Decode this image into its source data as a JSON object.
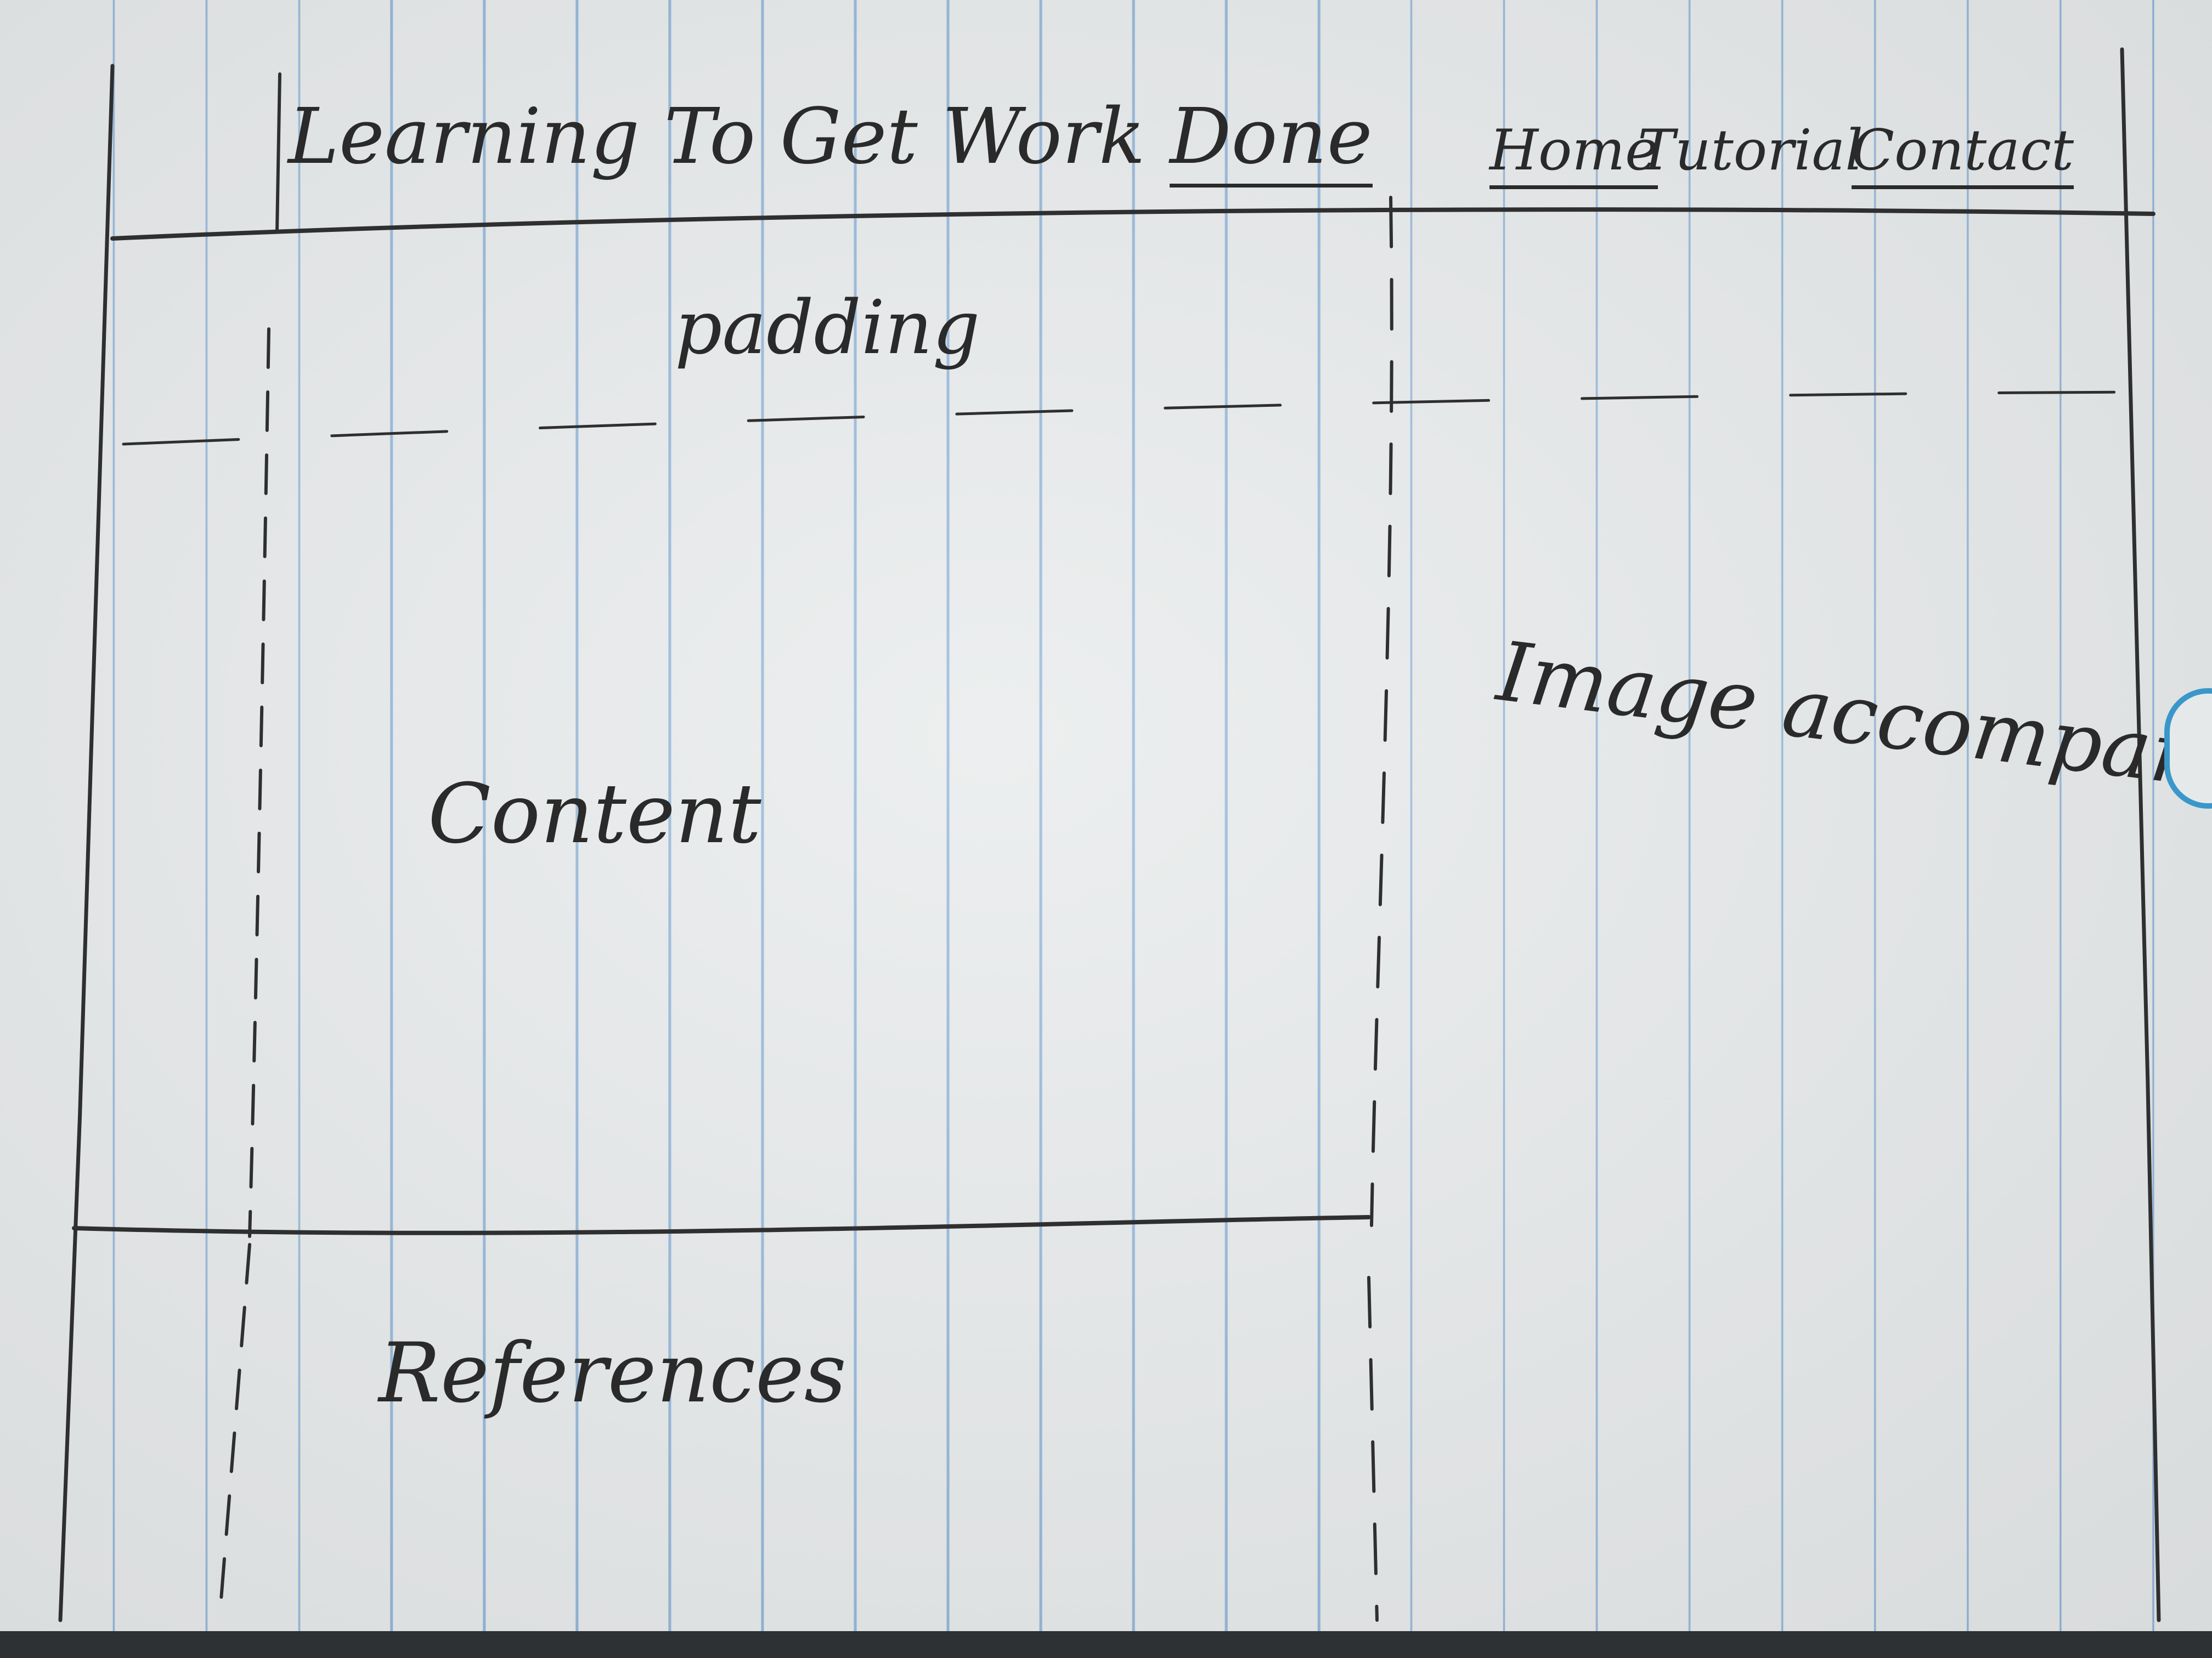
{
  "header": {
    "title_prefix": "Learning To Get Work ",
    "title_emphasis": "Done",
    "nav": {
      "home": "Home",
      "tutorial": "Tutorial",
      "contact": "Contact"
    }
  },
  "regions": {
    "padding": "padding",
    "content": "Content",
    "image": "Image accompanying",
    "references": "References"
  },
  "colors": {
    "paper": "#e6e9ea",
    "rule_lines": "#6ea0d2",
    "pencil": "#2a2a2a"
  }
}
